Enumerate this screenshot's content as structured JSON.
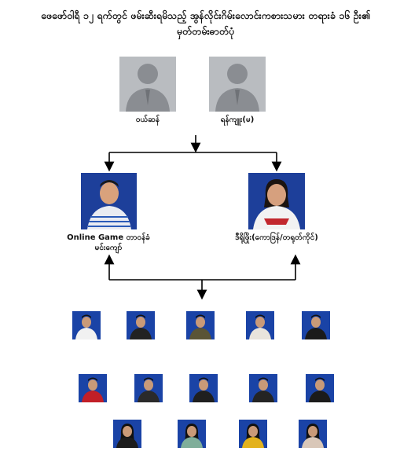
{
  "title": {
    "line1": "ဖေဖော်ဝါရီ ၁၂ ရက်တွင် ဖမ်းဆီးရမိသည့် အွန်လိုင်းဂိမ်းလောင်းကစားသမား တရားခံ ၁၆ ဦး၏",
    "line2": "မှတ်တမ်းဓာတ်ပုံ"
  },
  "top_people": [
    {
      "name": "ဝယ်ဆန်"
    },
    {
      "name": "ရန်ကျူး(မ)"
    }
  ],
  "mid_people": [
    {
      "line1": "Online Game တာဝန်ခံ",
      "line2": "မင်းကျော်"
    },
    {
      "line1": "ဒီရိုဖြိုး(ကောဒြန်/တရုတ်ကိုင်)",
      "line2": ""
    }
  ],
  "colors": {
    "line": "#000000",
    "photo_bg_blue": "#1d3f9a",
    "placeholder_grey": "#b9bcc0",
    "silhouette": "#8a8d92"
  }
}
